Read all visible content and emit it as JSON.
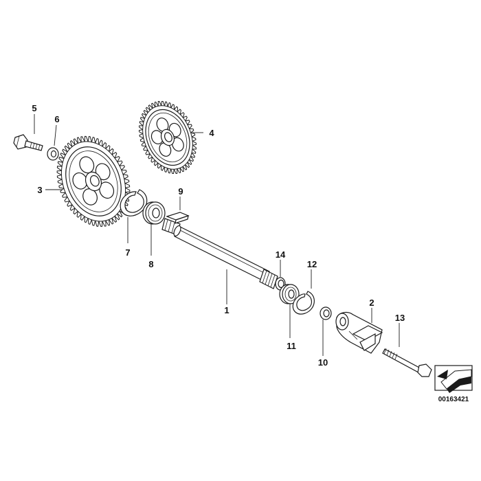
{
  "callouts": [
    {
      "id": "1",
      "label": "1"
    },
    {
      "id": "2",
      "label": "2"
    },
    {
      "id": "3",
      "label": "3"
    },
    {
      "id": "4",
      "label": "4"
    },
    {
      "id": "5",
      "label": "5"
    },
    {
      "id": "6",
      "label": "6"
    },
    {
      "id": "7",
      "label": "7"
    },
    {
      "id": "8",
      "label": "8"
    },
    {
      "id": "9",
      "label": "9"
    },
    {
      "id": "10",
      "label": "10"
    },
    {
      "id": "11",
      "label": "11"
    },
    {
      "id": "12",
      "label": "12"
    },
    {
      "id": "13",
      "label": "13"
    },
    {
      "id": "14",
      "label": "14"
    }
  ],
  "diagram_code": "00163421",
  "icons": {
    "orientation": "direction-arrow-icon"
  },
  "colors": {
    "line": "#1a1a1a",
    "fill": "#ffffff"
  }
}
